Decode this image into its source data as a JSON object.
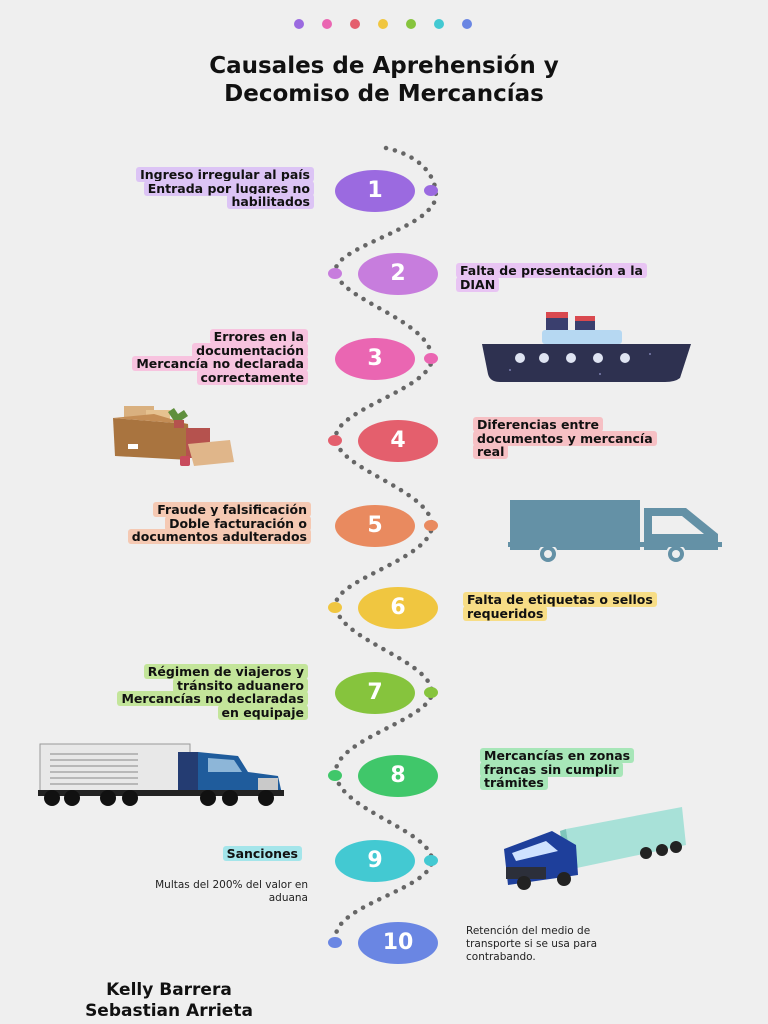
{
  "title": {
    "line1": "Causales de Aprehensión y",
    "line2": "Decomiso de Mercancías"
  },
  "colors": {
    "c1": "#9b6ae0",
    "c2": "#c77ddd",
    "c3": "#ea66b2",
    "c4": "#e45f6d",
    "c5": "#e98a5f",
    "c6": "#f0c640",
    "c7": "#86c43d",
    "c8": "#40c76a",
    "c9": "#43c9d2",
    "c10": "#6a86e3",
    "hl1": "#dcc4f5",
    "hl2": "#e8c4f3",
    "hl3": "#f7c3df",
    "hl4": "#f6c0c4",
    "hl5": "#f5c9b3",
    "hl6": "#f7dd86",
    "hl7": "#c3e59a",
    "hl8": "#a7e6b8",
    "hl9": "#a4e5ea"
  },
  "steps": [
    {
      "number": "1",
      "lines": [
        "Ingreso irregular al país",
        "Entrada por lugares no",
        "habilitados"
      ]
    },
    {
      "number": "2",
      "lines": [
        "Falta de presentación a la",
        "DIAN"
      ]
    },
    {
      "number": "3",
      "lines": [
        "Errores en la",
        "documentación",
        "Mercancía no declarada",
        "correctamente"
      ]
    },
    {
      "number": "4",
      "lines": [
        "Diferencias entre",
        "documentos y mercancía",
        "real"
      ]
    },
    {
      "number": "5",
      "lines": [
        "Fraude y falsificación",
        "Doble facturación o",
        "documentos adulterados"
      ]
    },
    {
      "number": "6",
      "lines": [
        "Falta de etiquetas o sellos",
        "requeridos"
      ]
    },
    {
      "number": "7",
      "lines": [
        "Régimen de viajeros y",
        "tránsito aduanero",
        "Mercancías no declaradas",
        "en equipaje"
      ]
    },
    {
      "number": "8",
      "lines": [
        "Mercancías en zonas",
        "francas sin cumplir",
        "trámites"
      ]
    },
    {
      "number": "9",
      "lines": [
        "Sanciones"
      ],
      "note_lines": [
        "Multas del 200% del valor en",
        "aduana"
      ]
    },
    {
      "number": "10",
      "note_lines": [
        "Retención del medio de",
        "transporte si se usa para",
        "contrabando."
      ]
    }
  ],
  "authors": [
    "Kelly Barrera",
    "Sebastian Arrieta"
  ],
  "icons": {
    "ship": "ship-icon",
    "boxes": "boxes-icon",
    "truck_flat": "truck-icon",
    "semi_truck": "semi-truck-icon",
    "blue_truck": "cargo-truck-icon"
  }
}
